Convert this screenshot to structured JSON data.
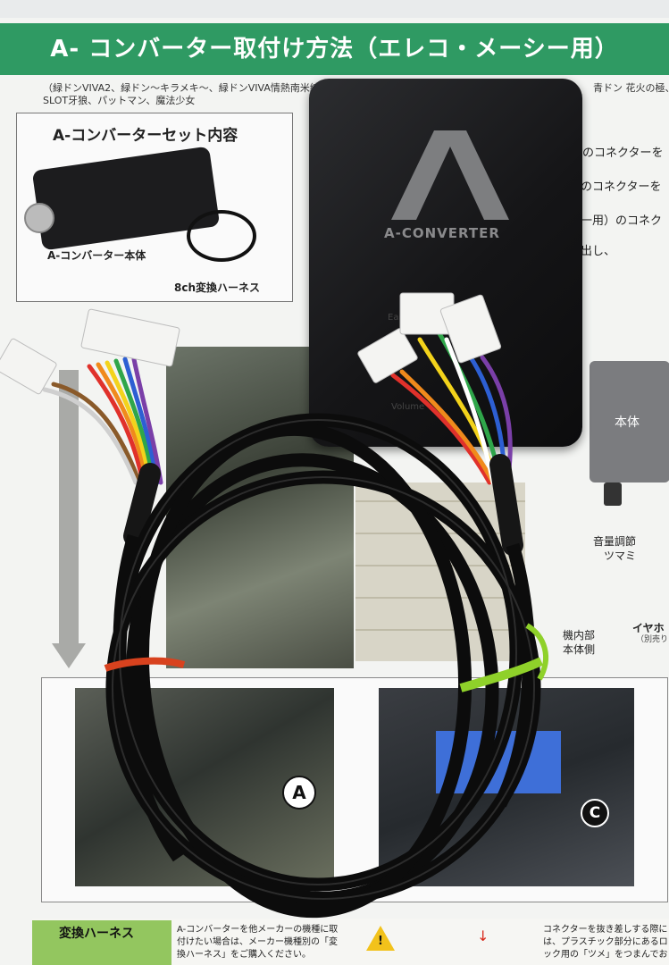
{
  "document": {
    "title": "A- コンバーター取付け方法（エレコ・メーシー用）",
    "subtitle_line1": "（緑ドンVIVA2、緑ドン～キラメキ～、緑ドンVIVA情熱南米編",
    "subtitle_line2": "SLOT牙狼、パットマン、魔法少女",
    "subtitle_right": "青ドン 花火の極、",
    "set_contents": {
      "title": "A-コンバーターセット内容",
      "body_label": "A-コンバーター本体",
      "harness_label": "8ch変換ハーネス"
    },
    "right_column": [
      "のコネクターを",
      "のコネクターを",
      "一用）のコネク",
      "出し、"
    ],
    "diagram": {
      "body": "本体",
      "volume": "音量調節",
      "volume_sub": "ツマミ",
      "earphone": "イヤホ",
      "earphone_sub": "（別売り",
      "machine_inner": "機内部",
      "machine_side": "本体側"
    },
    "markers": {
      "a": "A",
      "c": "C"
    },
    "bottom": {
      "harness_tag": "変換ハーネス",
      "text1": "A-コンバーターを他メーカーの機種に取付けたい場合は、メーカー機種別の「変換ハーネス」をご購入ください。",
      "warn_mark": "!",
      "arrow": "↓",
      "text2": "コネクターを抜き差しする際には、プラスチック部分にあるロック用の「ツメ」をつまんでお"
    }
  },
  "device": {
    "brand": "A-CONVERTER",
    "label_small": "Ear",
    "label_vol": "Volume"
  },
  "colors": {
    "title_bar": "#2f9a63",
    "device_body": "#151517",
    "cable": "#0c0c0c",
    "tie_red": "#d8421e",
    "tie_green": "#8fd12a"
  }
}
